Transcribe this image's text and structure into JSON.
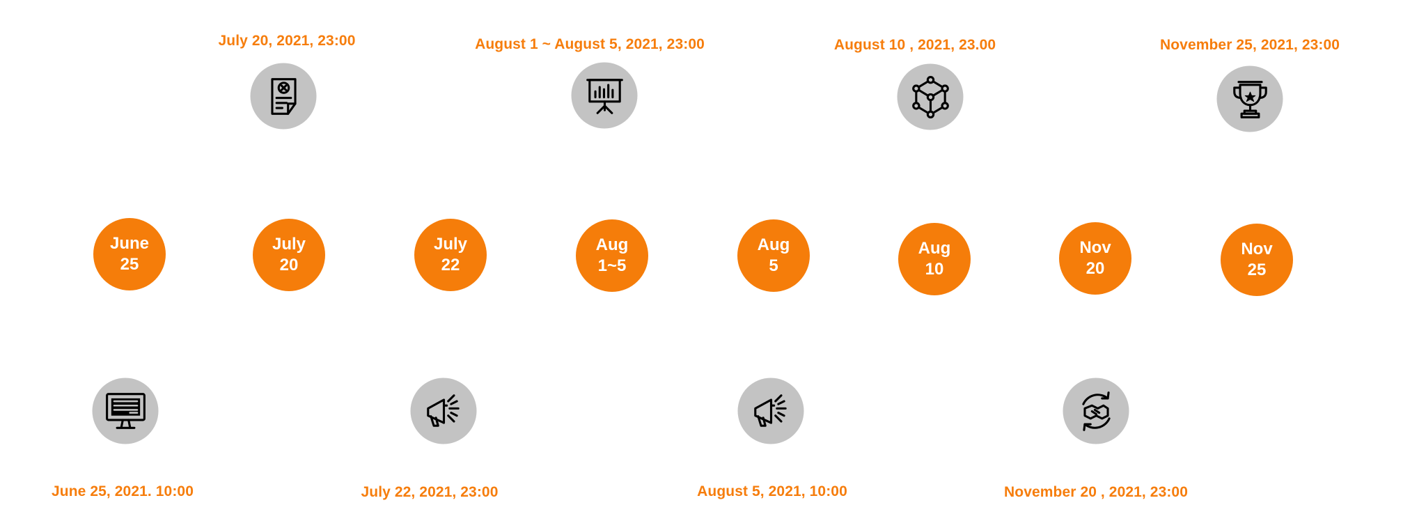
{
  "events": [
    {
      "line1": "June",
      "line2": "25",
      "detail": "June 25, 2021. 10:00",
      "icon": "online-form-icon"
    },
    {
      "line1": "July",
      "line2": "20",
      "detail": "July 20, 2021, 23:00",
      "icon": "rejected-document-icon"
    },
    {
      "line1": "July",
      "line2": "22",
      "detail": "July 22, 2021, 23:00",
      "icon": "megaphone-icon"
    },
    {
      "line1": "Aug",
      "line2": "1~5",
      "detail": "August 1 ~ August 5, 2021, 23:00",
      "icon": "presentation-board-icon"
    },
    {
      "line1": "Aug",
      "line2": "5",
      "detail": "August 5, 2021, 10:00",
      "icon": "megaphone-icon"
    },
    {
      "line1": "Aug",
      "line2": "10",
      "detail": "August 10 , 2021, 23.00",
      "icon": "network-cube-icon"
    },
    {
      "line1": "Nov",
      "line2": "20",
      "detail": "November 20 , 2021, 23:00",
      "icon": "handshake-cycle-icon"
    },
    {
      "line1": "Nov",
      "line2": "25",
      "detail": "November 25, 2021, 23:00",
      "icon": "trophy-icon"
    }
  ],
  "colors": {
    "accent": "#f57d0a",
    "icon_bg": "#c3c3c3",
    "text_on_accent": "#ffffff"
  }
}
